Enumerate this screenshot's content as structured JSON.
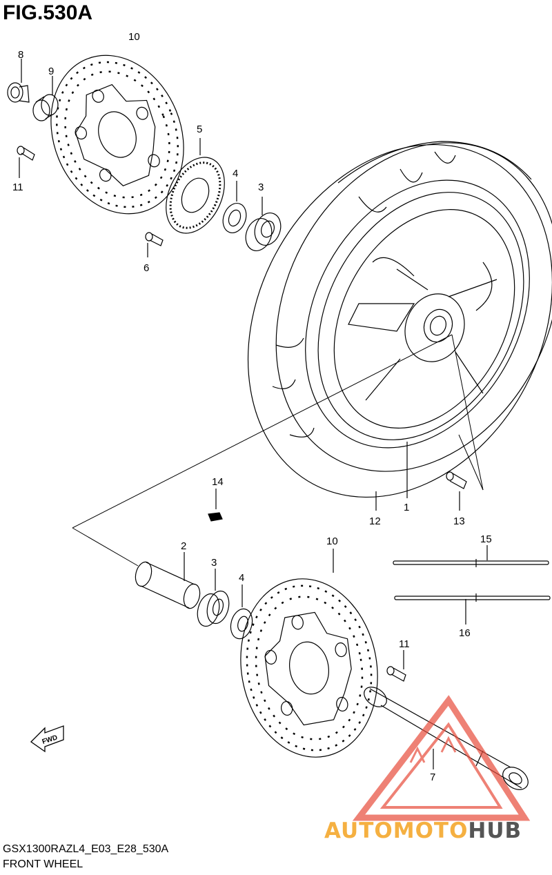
{
  "header": {
    "title": "FIG.530A"
  },
  "callouts": {
    "c1": "1",
    "c2": "2",
    "c3a": "3",
    "c3b": "3",
    "c4a": "4",
    "c4b": "4",
    "c5": "5",
    "c6": "6",
    "c7": "7",
    "c8": "8",
    "c9": "9",
    "c10a": "10",
    "c10b": "10",
    "c11a": "11",
    "c11b": "11",
    "c12": "12",
    "c13": "13",
    "c14": "14",
    "c15": "15",
    "c16": "16"
  },
  "footer": {
    "model_code": "GSX1300RAZL4_E03_E28_530A",
    "section_name": "FRONT WHEEL"
  },
  "fwd_badge": "FWD",
  "watermark": {
    "brand_part1": "AUTO",
    "brand_part2": "MOTO",
    "brand_part3": "HUB"
  },
  "colors": {
    "line": "#000000",
    "watermark_red": "#e74c3c",
    "watermark_orange": "#f5b041",
    "watermark_gray": "#555555"
  }
}
